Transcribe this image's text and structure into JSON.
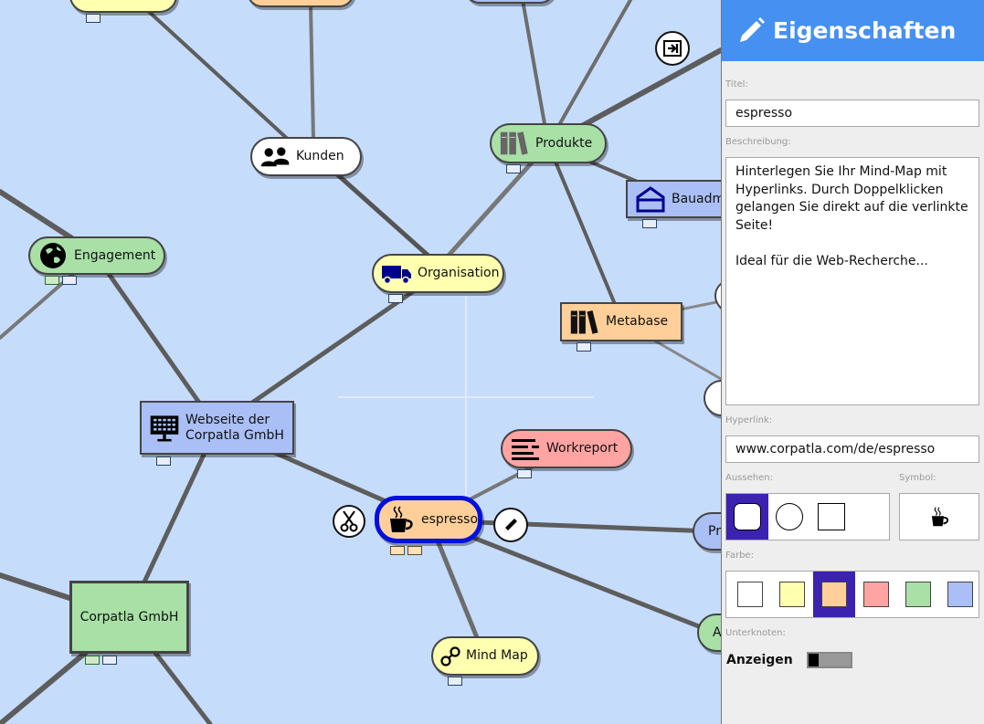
{
  "canvas": {
    "nodes": [
      {
        "id": "kunden",
        "label": "Kunden",
        "icon": "people-icon",
        "color": "#ffffff"
      },
      {
        "id": "produkte",
        "label": "Produkte",
        "icon": "books-icon",
        "color": "#a8e0a6"
      },
      {
        "id": "bauadm",
        "label": "Bauadm",
        "icon": "house-icon",
        "color": "#aabff6"
      },
      {
        "id": "engagement",
        "label": "Engagement",
        "icon": "globe-icon",
        "color": "#a8e0a6"
      },
      {
        "id": "organisation",
        "label": "Organisation",
        "icon": "truck-icon",
        "color": "#ffffb0"
      },
      {
        "id": "metabase",
        "label": "Metabase",
        "icon": "books-icon",
        "color": "#ffcf99"
      },
      {
        "id": "webseite",
        "label": "Webseite der Corpatla GmbH",
        "icon": "monitor-icon",
        "color": "#aabff6"
      },
      {
        "id": "workreport",
        "label": "Workreport",
        "icon": "lines-icon",
        "color": "#ffa3a3"
      },
      {
        "id": "espresso",
        "label": "espresso",
        "icon": "coffee-icon",
        "color": "#ffcf99"
      },
      {
        "id": "corpatla",
        "label": "Corpatla GmbH",
        "icon": "",
        "color": "#a8e0a6"
      },
      {
        "id": "mindmap",
        "label": "Mind Map",
        "icon": "share-icon",
        "color": "#ffffb0"
      },
      {
        "id": "pr",
        "label": "Pr",
        "icon": "",
        "color": "#aabff6"
      },
      {
        "id": "a",
        "label": "A",
        "icon": "",
        "color": "#a8e0a6"
      }
    ],
    "selected_node": "espresso",
    "collapse_panel_icon": "collapse-panel-icon",
    "cut_icon": "scissors-icon",
    "edit_icon": "pencil-icon",
    "selection_color": "#0011dd"
  },
  "panel": {
    "header_icon": "pencil-icon",
    "title": "Eigenschaften",
    "title_label": "Titel:",
    "title_value": "espresso",
    "description_label": "Beschreibung:",
    "description_value": "Hinterlegen Sie Ihr Mind-Map mit Hyperlinks. Durch Doppelklicken gelangen Sie direkt auf die verlinkte Seite!\n\nIdeal für die Web-Recherche...",
    "hyperlink_label": "Hyperlink:",
    "hyperlink_value": "www.corpatla.com/de/espresso",
    "appearance_label": "Aussehen:",
    "shapes": [
      "rounded-rect",
      "circle",
      "rectangle"
    ],
    "selected_shape": "rounded-rect",
    "symbol_label": "Symbol:",
    "symbol_icon": "coffee-icon",
    "color_label": "Farbe:",
    "colors": [
      "#ffffff",
      "#ffffb0",
      "#ffcf99",
      "#ffa3a3",
      "#a8e0a6",
      "#aabff6"
    ],
    "selected_color": "#ffcf99",
    "subnodes_label": "Unterknoten:",
    "show_label": "Anzeigen",
    "show_subnodes": false,
    "header_color": "#4690f2",
    "selection_color": "#3c22b0"
  }
}
